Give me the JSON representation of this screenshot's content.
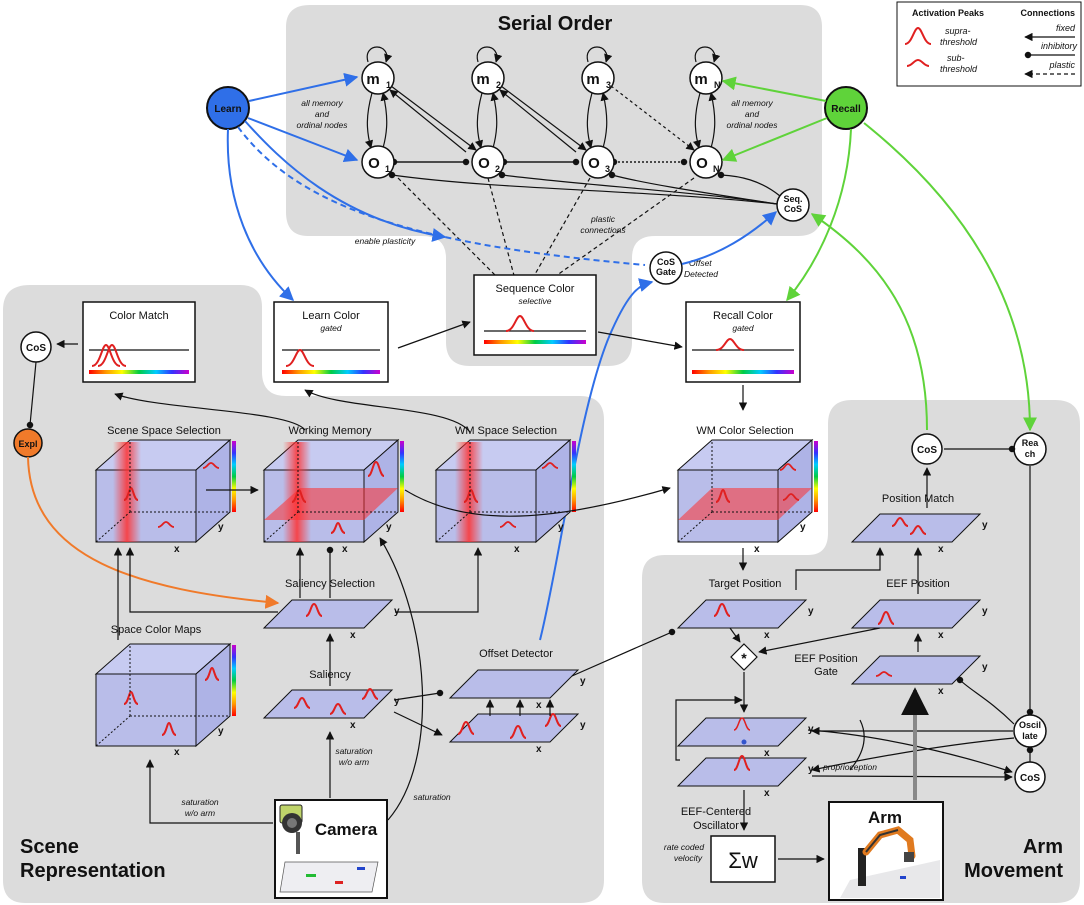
{
  "regions": {
    "serial_order": "Serial Order",
    "scene_line1": "Scene",
    "scene_line2": "Representation",
    "arm_line1": "Arm",
    "arm_line2": "Movement"
  },
  "legend": {
    "peaks_title": "Activation Peaks",
    "supra_line1": "supra-",
    "supra_line2": "threshold",
    "sub_line1": "sub-",
    "sub_line2": "threshold",
    "conn_title": "Connections",
    "fixed": "fixed",
    "inhibitory": "inhibitory",
    "plastic": "plastic"
  },
  "serial_nodes": {
    "m1": "m",
    "m1_sub": "1",
    "m2": "m",
    "m2_sub": "2",
    "m3": "m",
    "m3_sub": "3",
    "mN": "m",
    "mN_sub": "N",
    "o1": "O",
    "o1_sub": "1",
    "o2": "O",
    "o2_sub": "2",
    "o3": "O",
    "o3_sub": "3",
    "oN": "O",
    "oN_sub": "N",
    "seq_cos_line1": "Seq.",
    "seq_cos_line2": "CoS",
    "cos_gate_line1": "CoS",
    "cos_gate_line2": "Gate"
  },
  "drivers": {
    "learn": "Learn",
    "recall": "Recall",
    "expl": "Expl"
  },
  "annotations": {
    "all_mem_left_1": "all memory",
    "all_mem_left_2": "and",
    "all_mem_left_3": "ordinal nodes",
    "all_mem_right_1": "all memory",
    "all_mem_right_2": "and",
    "all_mem_right_3": "ordinal nodes",
    "enable_plasticity": "enable plasticity",
    "plastic_conn_1": "plastic",
    "plastic_conn_2": "connections",
    "offset_detected_1": "Offset",
    "offset_detected_2": "Detected",
    "saturation_wo_arm_left_1": "saturation",
    "saturation_wo_arm_left_2": "w/o arm",
    "saturation_wo_arm_mid_1": "saturation",
    "saturation_wo_arm_mid_2": "w/o arm",
    "saturation": "saturation",
    "proprioception": "proprioception",
    "rate_coded_1": "rate coded",
    "rate_coded_2": "velocity"
  },
  "color_boxes": {
    "sequence_title": "Sequence Color",
    "sequence_sub": "selective",
    "learn_title": "Learn Color",
    "learn_sub": "gated",
    "color_match_title": "Color Match",
    "recall_title": "Recall Color",
    "recall_sub": "gated"
  },
  "scene": {
    "cos": "CoS",
    "scene_space_selection": "Scene Space Selection",
    "working_memory": "Working Memory",
    "wm_space_selection": "WM Space Selection",
    "saliency_selection": "Saliency Selection",
    "space_color_maps": "Space Color Maps",
    "saliency": "Saliency",
    "offset_detector": "Offset Detector",
    "camera": "Camera"
  },
  "arm": {
    "wm_color_selection": "WM Color Selection",
    "target_position": "Target Position",
    "eef_position": "EEF Position",
    "position_match": "Position Match",
    "eef_position_gate_1": "EEF Position",
    "eef_position_gate_2": "Gate",
    "cos_top": "CoS",
    "reach_1": "Rea",
    "reach_2": "ch",
    "oscillate_1": "Oscil",
    "oscillate_2": "late",
    "cos_bottom": "CoS",
    "eef_osc_1": "EEF-Centered",
    "eef_osc_2": "Oscillator",
    "sum_w": "Σw",
    "star": "*",
    "arm_label": "Arm"
  },
  "axes": {
    "x": "x",
    "y": "y"
  },
  "colors": {
    "learn_blue": "#2f6fe8",
    "recall_green": "#5fd33a",
    "expl_orange": "#f07a2a",
    "region_gray": "#dcdcdc",
    "field_fill": "#b9bde9",
    "peak_red": "#e02020"
  }
}
